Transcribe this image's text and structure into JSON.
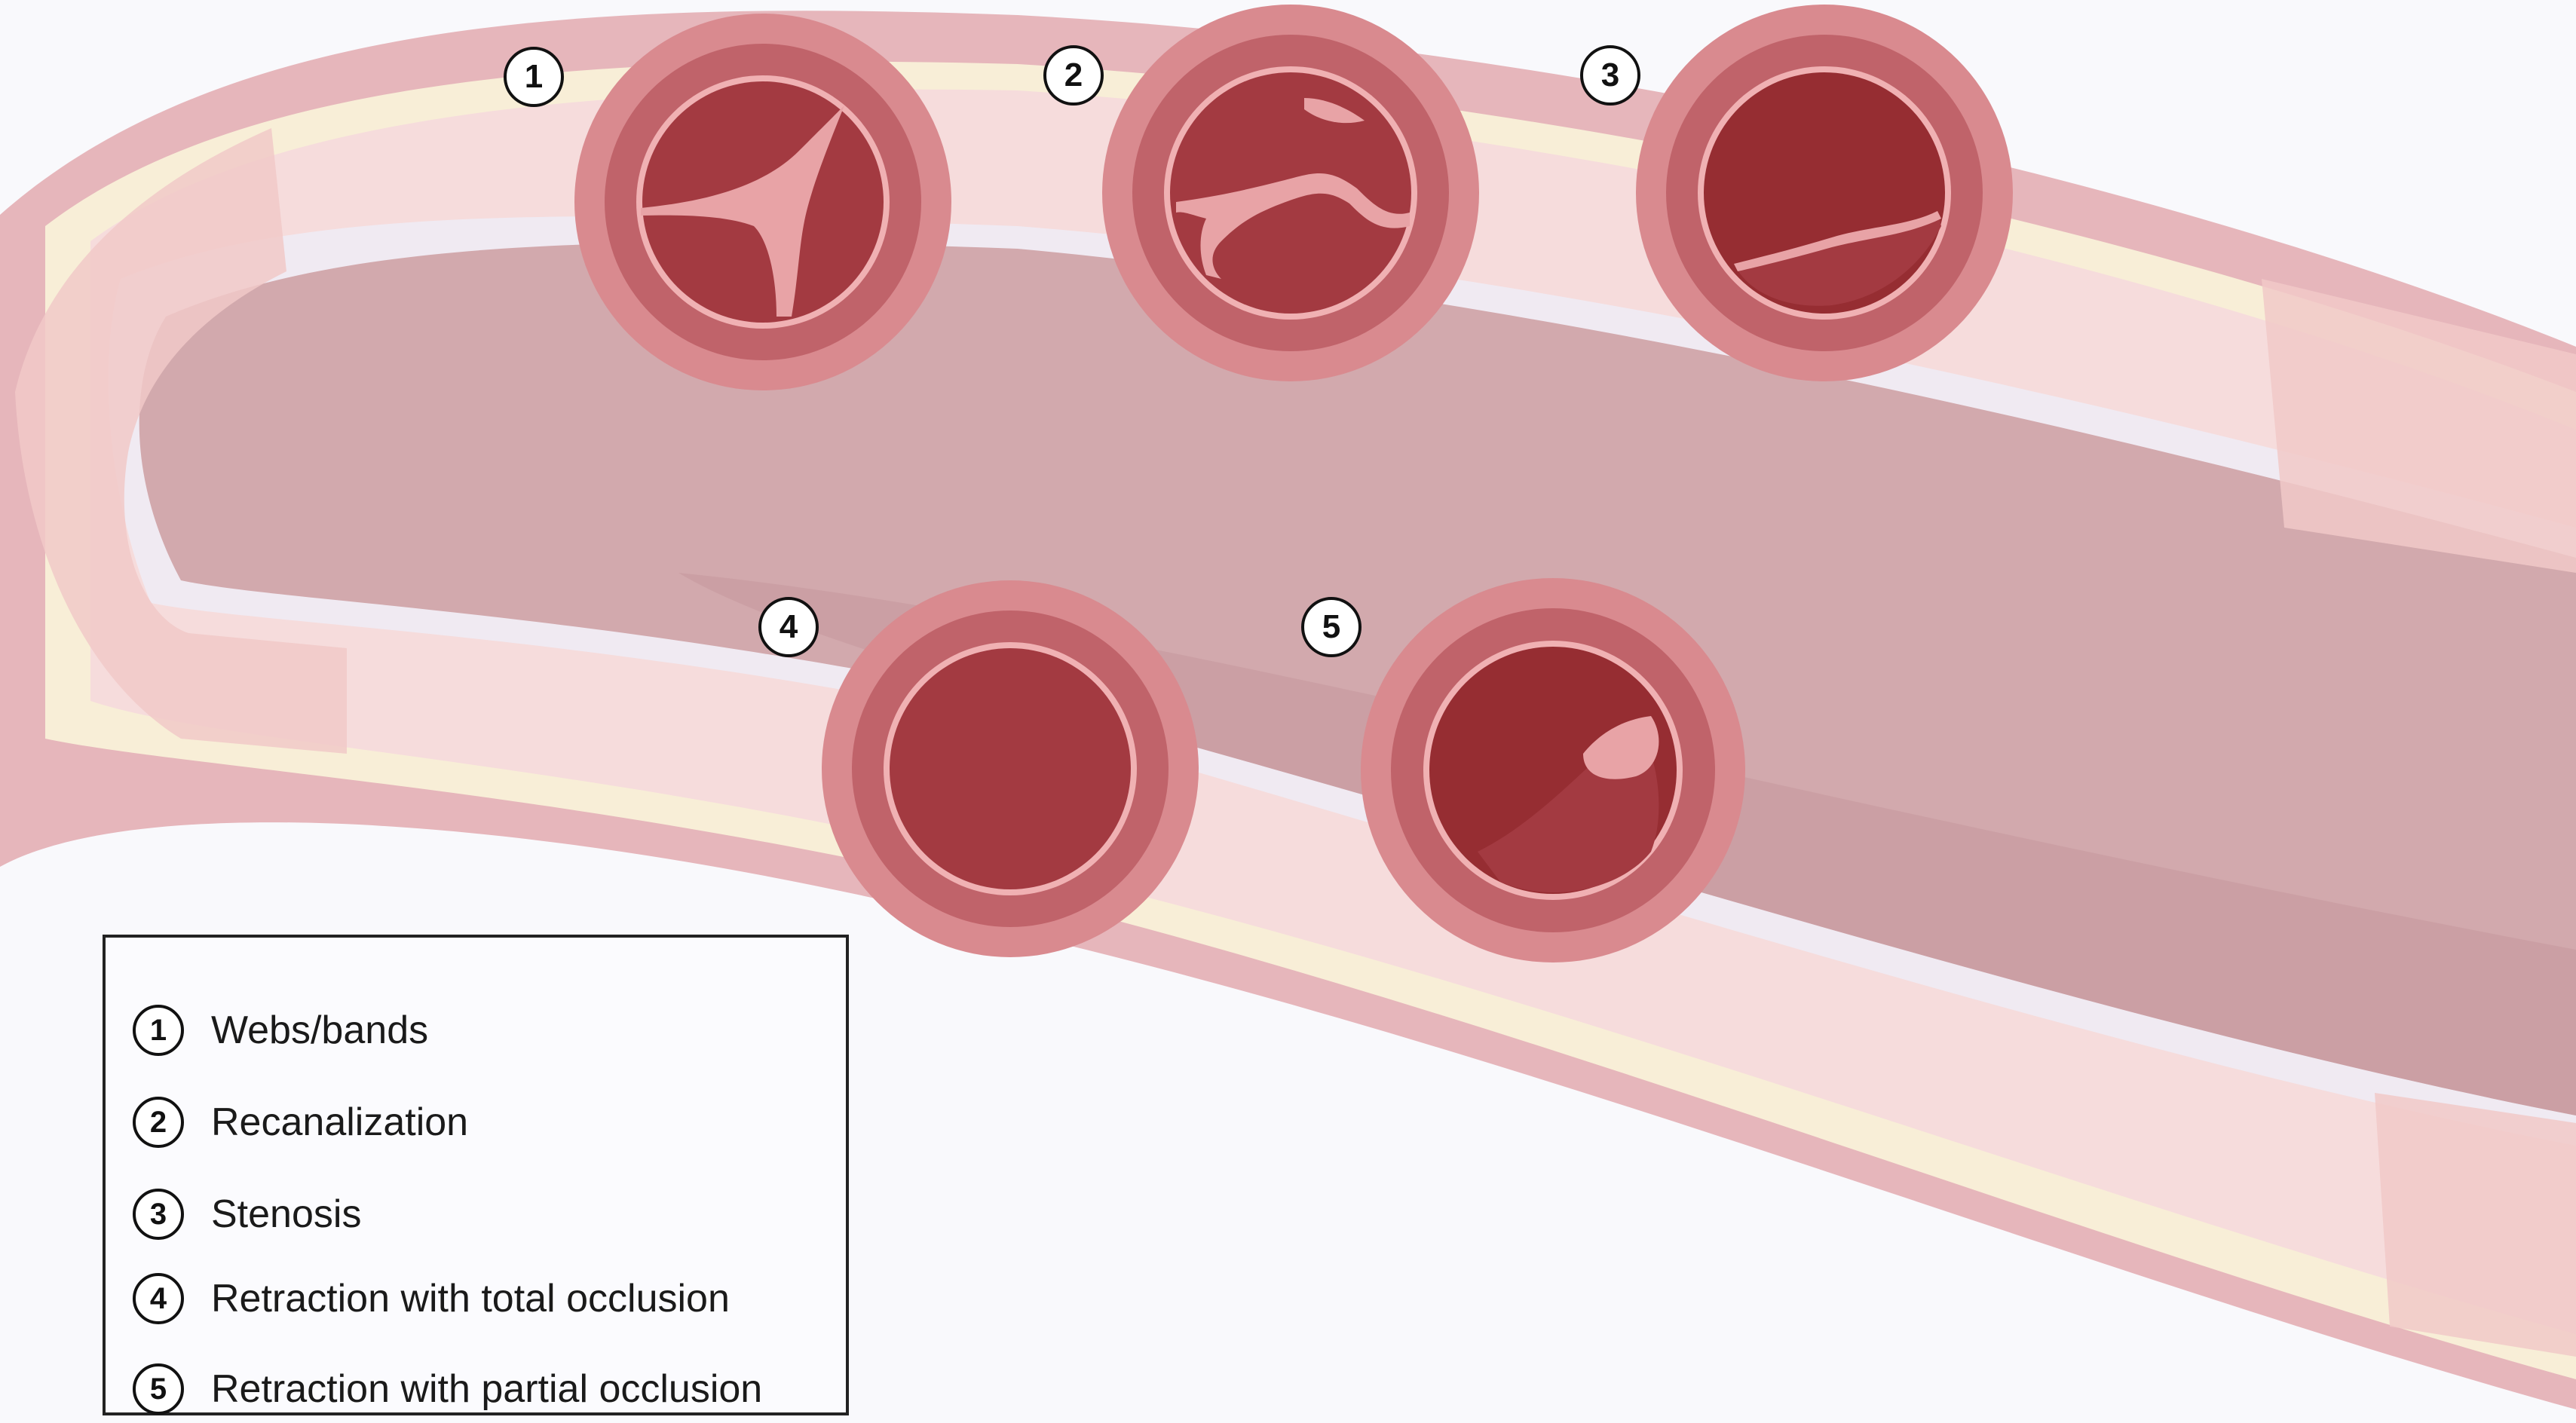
{
  "markers": [
    {
      "num": "1",
      "label": "Webs/bands"
    },
    {
      "num": "2",
      "label": "Recanalization"
    },
    {
      "num": "3",
      "label": "Stenosis"
    },
    {
      "num": "4",
      "label": "Retraction with total occlusion"
    },
    {
      "num": "5",
      "label": "Retraction with partial occlusion"
    }
  ],
  "colors": {
    "background": "#f9f9fc",
    "outer_wall": "#e6b6bb",
    "adventitia": "#f8eed7",
    "media": "#f6dcdc",
    "intima": "#f0eaf2",
    "lumen": "#d2a9ad",
    "lumen_shadow": "#c79a9f",
    "ring_outer": "#d98a8f",
    "ring_inner": "#c0636a",
    "clot": "#a33a41",
    "clot_dark": "#962d32",
    "web": "#e8a3a6"
  }
}
